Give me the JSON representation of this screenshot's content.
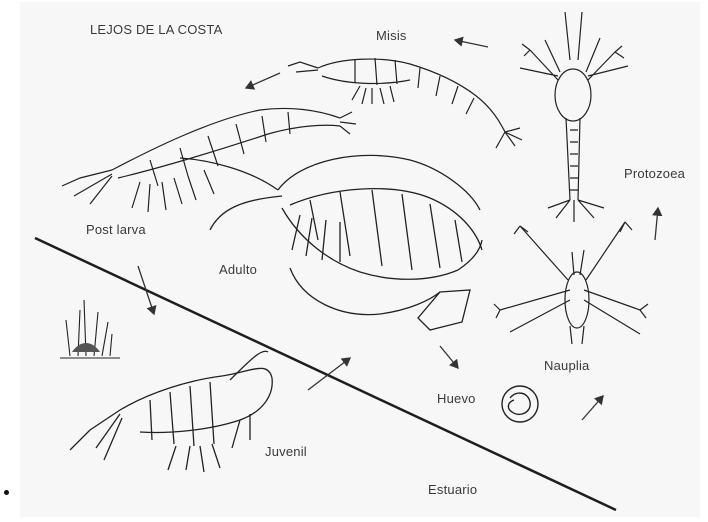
{
  "diagram": {
    "region_label": "LEJOS DE LA COSTA",
    "shore_label": "Estuario",
    "stages": {
      "misis": "Misis",
      "protozoea": "Protozoea",
      "nauplia": "Nauplia",
      "huevo": "Huevo",
      "adulto": "Adulto",
      "post_larva": "Post larva",
      "juvenil": "Juvenil"
    }
  },
  "colors": {
    "ink": "#1e1e1e",
    "paper": "#ffffff",
    "shade": "#f1f1f1"
  }
}
